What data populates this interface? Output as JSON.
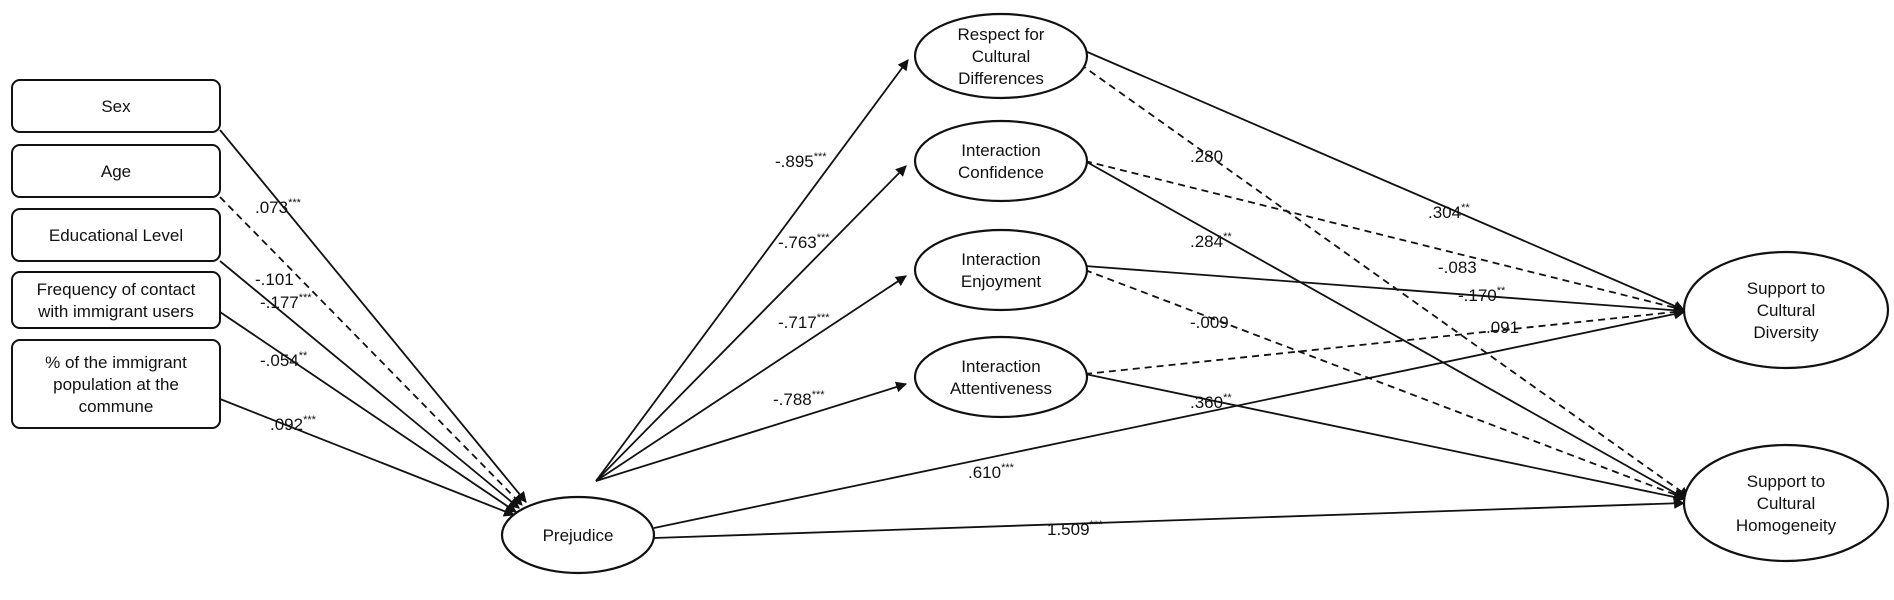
{
  "predictors": [
    {
      "id": "sex",
      "lines": [
        "Sex"
      ]
    },
    {
      "id": "age",
      "lines": [
        "Age"
      ]
    },
    {
      "id": "edu",
      "lines": [
        "Educational Level"
      ]
    },
    {
      "id": "freq",
      "lines": [
        "Frequency of contact",
        "with immigrant users"
      ]
    },
    {
      "id": "pct",
      "lines": [
        "% of the immigrant",
        "population at the",
        "commune"
      ]
    }
  ],
  "latents": [
    {
      "id": "prej",
      "lines": [
        "Prejudice"
      ]
    },
    {
      "id": "resp",
      "lines": [
        "Respect for",
        "Cultural",
        "Differences"
      ]
    },
    {
      "id": "conf",
      "lines": [
        "Interaction",
        "Confidence"
      ]
    },
    {
      "id": "enj",
      "lines": [
        "Interaction",
        "Enjoyment"
      ]
    },
    {
      "id": "att",
      "lines": [
        "Interaction",
        "Attentiveness"
      ]
    },
    {
      "id": "div",
      "lines": [
        "Support to",
        "Cultural",
        "Diversity"
      ]
    },
    {
      "id": "hom",
      "lines": [
        "Support to",
        "Cultural",
        "Homogeneity"
      ]
    }
  ],
  "paths": [
    {
      "from": "sex",
      "to": "prej",
      "coef": ".073",
      "sig": "***",
      "dashed": false
    },
    {
      "from": "age",
      "to": "prej",
      "coef": "-.101",
      "sig": "",
      "dashed": true
    },
    {
      "from": "edu",
      "to": "prej",
      "coef": "-.177",
      "sig": "***",
      "dashed": false
    },
    {
      "from": "freq",
      "to": "prej",
      "coef": "-.054",
      "sig": "**",
      "dashed": false
    },
    {
      "from": "pct",
      "to": "prej",
      "coef": ".092",
      "sig": "***",
      "dashed": false
    },
    {
      "from": "prej",
      "to": "resp",
      "coef": "-.895",
      "sig": "***",
      "dashed": false
    },
    {
      "from": "prej",
      "to": "conf",
      "coef": "-.763",
      "sig": "***",
      "dashed": false
    },
    {
      "from": "prej",
      "to": "enj",
      "coef": "-.717",
      "sig": "***",
      "dashed": false
    },
    {
      "from": "prej",
      "to": "att",
      "coef": "-.788",
      "sig": "***",
      "dashed": false
    },
    {
      "from": "resp",
      "to": "div",
      "coef": ".304",
      "sig": "**",
      "dashed": false
    },
    {
      "from": "resp",
      "to": "hom",
      "coef": ".280",
      "sig": "",
      "dashed": true
    },
    {
      "from": "conf",
      "to": "div",
      "coef": "-.083",
      "sig": "",
      "dashed": true
    },
    {
      "from": "conf",
      "to": "hom",
      "coef": ".284",
      "sig": "**",
      "dashed": false
    },
    {
      "from": "enj",
      "to": "div",
      "coef": "-.170",
      "sig": "**",
      "dashed": false
    },
    {
      "from": "enj",
      "to": "hom",
      "coef": "-.009",
      "sig": "",
      "dashed": true
    },
    {
      "from": "att",
      "to": "div",
      "coef": ".091",
      "sig": "",
      "dashed": true
    },
    {
      "from": "att",
      "to": "hom",
      "coef": ".360",
      "sig": "**",
      "dashed": false
    },
    {
      "from": "prej",
      "to": "div",
      "coef": ".610",
      "sig": "***",
      "dashed": false
    },
    {
      "from": "prej",
      "to": "hom",
      "coef": "1.509",
      "sig": "***",
      "dashed": false
    }
  ]
}
